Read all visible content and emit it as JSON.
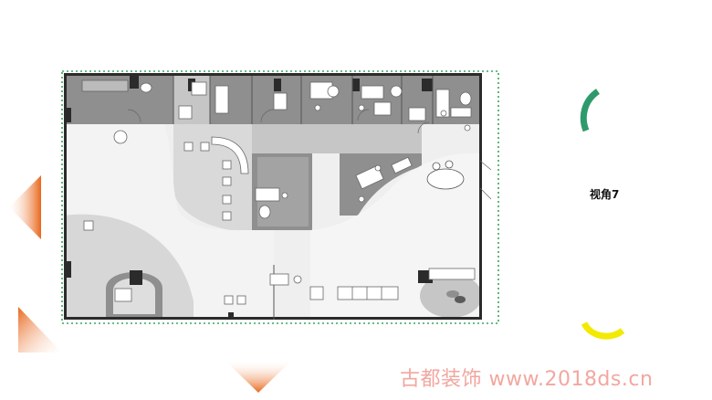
{
  "view_label": "视角7",
  "watermark": "古都装饰 www.2018ds.cn",
  "colors": {
    "wall": "#2b2b2b",
    "room_gray": "#8f8f8f",
    "floor_light": "#efefef",
    "floor_mid": "#d9d9d9",
    "floor_dark": "#c6c6c6",
    "boundary": "#3aa55d",
    "arrow_orange": "#e8671c",
    "arc_green": "#2e9a6b",
    "arc_yellow": "#f2ea00",
    "watermark": "#f2a7a0"
  },
  "icons": {
    "arrow_left": "triangle-left-gradient",
    "arrow_bottom_left": "triangle-corner-gradient",
    "arrow_bottom": "triangle-down-gradient",
    "arc_top_right": "green-arc",
    "arc_bottom_right": "yellow-arc"
  }
}
